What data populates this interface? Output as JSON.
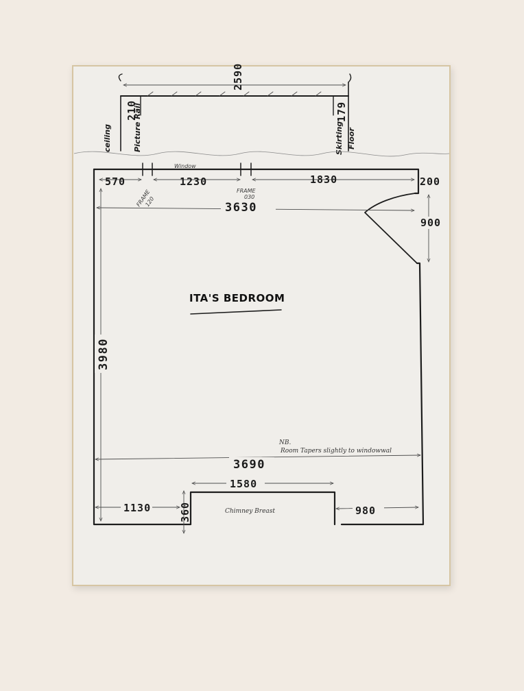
{
  "title": "ITA'S BEDROOM",
  "section": {
    "height_total": "2590",
    "picture_rail": "210",
    "skirting": "179",
    "ceiling_label": "ceiling",
    "picture_rail_label": "Picture Rail",
    "skirting_label": "Skirting",
    "floor_label": "Floor"
  },
  "plan": {
    "window_label": "Window",
    "frame_left_label": "FRAME",
    "frame_left_value": "120",
    "frame_right_label": "FRAME",
    "frame_right_value": "030",
    "top_left_segment": "570",
    "window_width": "1230",
    "top_right_segment": "1830",
    "top_width": "3630",
    "right_offset": "200",
    "door_span": "900",
    "left_height": "3980",
    "bottom_width": "3690",
    "chimney_width": "1580",
    "bottom_left_segment": "1130",
    "chimney_depth": "360",
    "bottom_right_segment": "980",
    "chimney_label": "Chimney Breast",
    "note_label": "NB.",
    "note_text": "Room Tapers slightly to windowwal"
  }
}
